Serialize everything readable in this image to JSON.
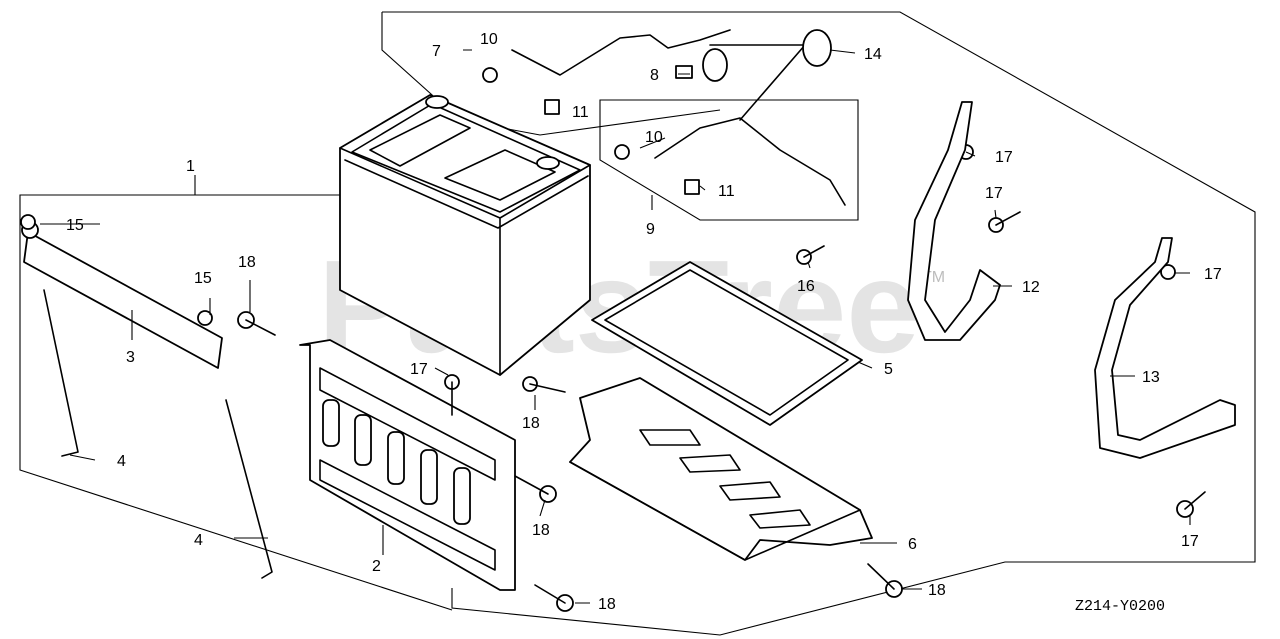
{
  "watermark": {
    "text": "PartsTree",
    "trademark": "TM"
  },
  "diagram_code": "Z214-Y0200",
  "callouts": [
    {
      "id": "c1",
      "label": "1"
    },
    {
      "id": "c2",
      "label": "2"
    },
    {
      "id": "c3",
      "label": "3"
    },
    {
      "id": "c4a",
      "label": "4"
    },
    {
      "id": "c4b",
      "label": "4"
    },
    {
      "id": "c5",
      "label": "5"
    },
    {
      "id": "c6",
      "label": "6"
    },
    {
      "id": "c7",
      "label": "7"
    },
    {
      "id": "c8",
      "label": "8"
    },
    {
      "id": "c9",
      "label": "9"
    },
    {
      "id": "c10a",
      "label": "10"
    },
    {
      "id": "c10b",
      "label": "10"
    },
    {
      "id": "c11a",
      "label": "11"
    },
    {
      "id": "c11b",
      "label": "11"
    },
    {
      "id": "c12",
      "label": "12"
    },
    {
      "id": "c13",
      "label": "13"
    },
    {
      "id": "c14",
      "label": "14"
    },
    {
      "id": "c15a",
      "label": "15"
    },
    {
      "id": "c15b",
      "label": "15"
    },
    {
      "id": "c16",
      "label": "16"
    },
    {
      "id": "c17a",
      "label": "17"
    },
    {
      "id": "c17b",
      "label": "17"
    },
    {
      "id": "c17c",
      "label": "17"
    },
    {
      "id": "c17d",
      "label": "17"
    },
    {
      "id": "c17e",
      "label": "17"
    },
    {
      "id": "c18a",
      "label": "18"
    },
    {
      "id": "c18b",
      "label": "18"
    },
    {
      "id": "c18c",
      "label": "18"
    },
    {
      "id": "c18d",
      "label": "18"
    },
    {
      "id": "c18e",
      "label": "18"
    }
  ]
}
